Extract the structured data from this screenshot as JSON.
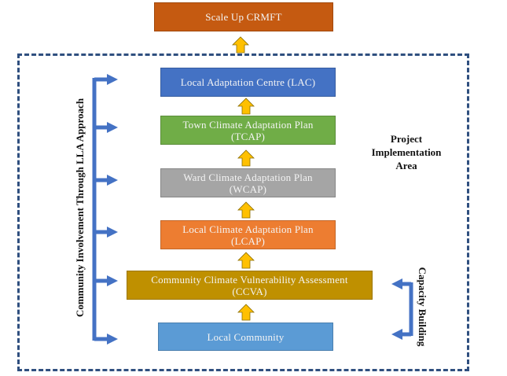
{
  "diagram": {
    "top_box": {
      "label": "Scale Up CRMFT",
      "color": "#c55a11"
    },
    "steps": [
      {
        "id": "lac",
        "label": "Local Adaptation Centre (LAC)",
        "color": "#4472c4"
      },
      {
        "id": "tcap",
        "label": "Town Climate Adaptation Plan\n(TCAP)",
        "color": "#70ad47"
      },
      {
        "id": "wcap",
        "label": "Ward Climate Adaptation Plan\n(WCAP)",
        "color": "#a5a5a5"
      },
      {
        "id": "lcap",
        "label": "Local Climate Adaptation Plan\n(LCAP)",
        "color": "#ed7d31"
      },
      {
        "id": "ccva",
        "label": "Community Climate Vulnerability Assessment\n(CCVA)",
        "color": "#bf9000"
      },
      {
        "id": "community",
        "label": "Local Community",
        "color": "#5b9bd5"
      }
    ],
    "area_label": "Project\nImplementation\nArea",
    "left_label": "Community Involvement Through LLA Approach",
    "right_label": "Capacity Building",
    "colors": {
      "arrow_up": "#ffc000",
      "connector": "#4472c4",
      "frame": "#2f4f7f"
    }
  }
}
